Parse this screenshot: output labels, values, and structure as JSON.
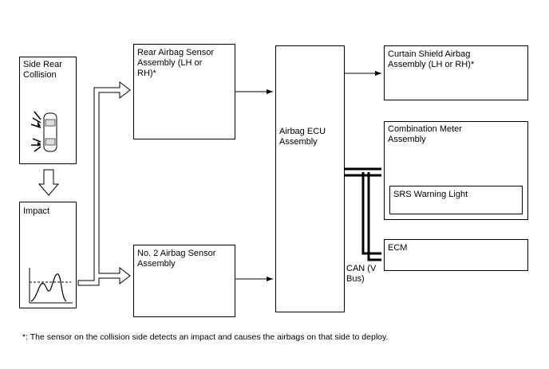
{
  "blocks": {
    "side_rear_collision": "Side Rear\nCollision",
    "impact": "Impact",
    "rear_airbag_sensor": "Rear Airbag Sensor\nAssembly (LH or\nRH)*",
    "no2_airbag_sensor": "No. 2 Airbag Sensor\nAssembly",
    "airbag_ecu": "Airbag ECU\nAssembly",
    "curtain_shield": "Curtain Shield Airbag\nAssembly (LH or RH)*",
    "combination_meter": "Combination Meter\nAssembly",
    "srs_warning_light": "SRS Warning Light",
    "ecm": "ECM",
    "can_bus": "CAN (V\nBus)"
  },
  "footnote": "*: The sensor on the collision side detects an impact and causes the airbags on that side to deploy.",
  "icons": [
    "car-collision-icon",
    "impact-graph-icon"
  ]
}
